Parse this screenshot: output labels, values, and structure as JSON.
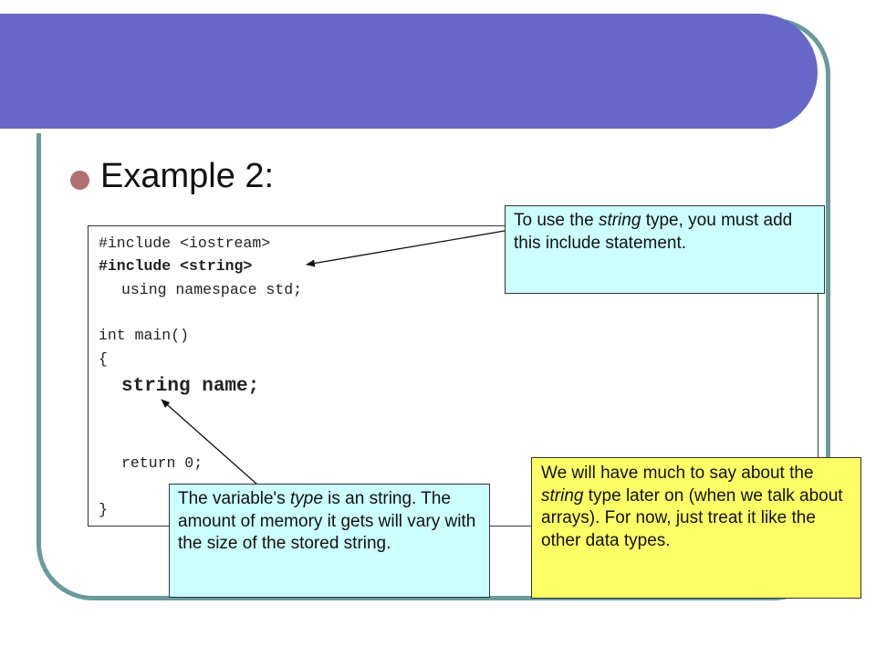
{
  "slide": {
    "title": "Example 2:"
  },
  "code": {
    "line1": "#include <iostream>",
    "line2": "#include <string>",
    "line3": "using namespace std;",
    "line4": "int main()",
    "line5": "{",
    "line6": "string name;",
    "line7": "return 0;",
    "line8": "}"
  },
  "callouts": {
    "include_note": {
      "before": "To use the ",
      "emph": "string",
      "after": " type, you must add this include statement."
    },
    "type_note": {
      "before": "The variable's ",
      "emph": "type",
      "after": " is an string. The amount of memory it gets will vary with the size of the stored string."
    },
    "later_note": {
      "before": "We will have much to say about the ",
      "emph": "string",
      "after": " type later on (when we talk about arrays).  For now, just treat it like the other data types."
    }
  },
  "colors": {
    "title_bar": "#6767c7",
    "frame": "#6a9a9a",
    "bullet": "#b07070",
    "callout_cyan": "#ccffff",
    "callout_yellow": "#ffff66"
  }
}
